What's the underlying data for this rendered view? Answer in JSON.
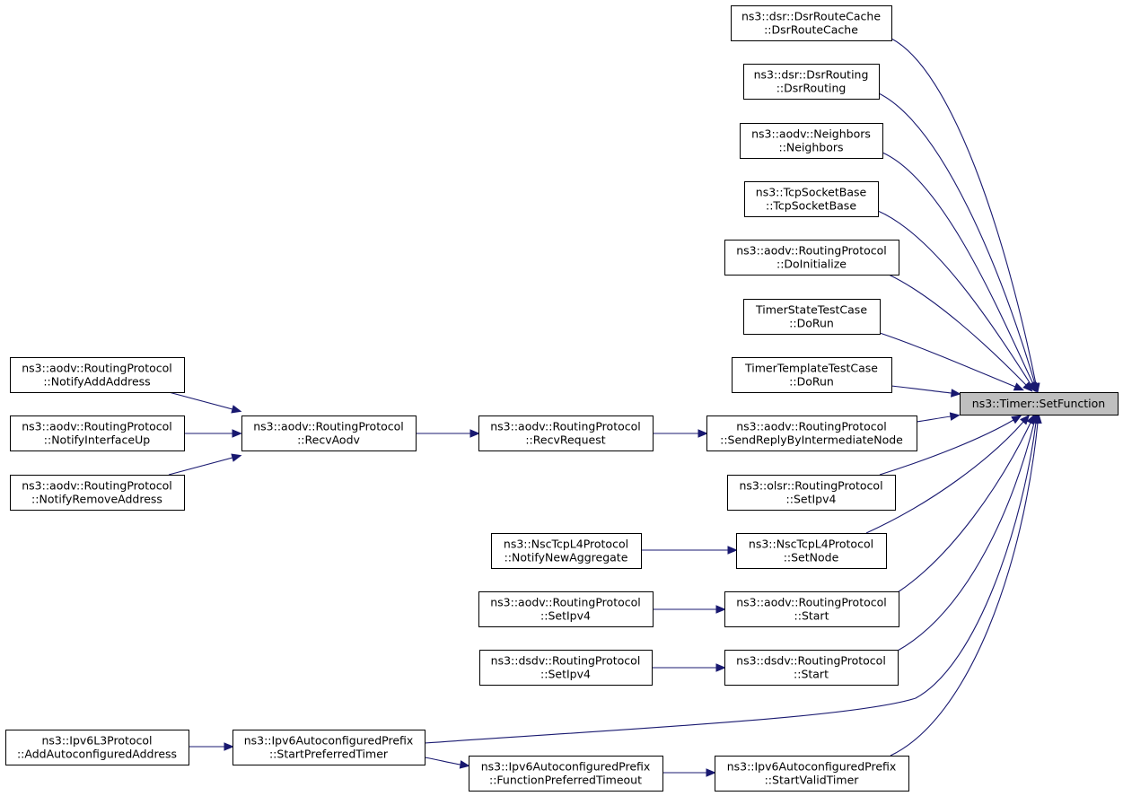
{
  "graph": {
    "nodes": [
      {
        "id": "setfunction",
        "lines": [
          "ns3::Timer::SetFunction"
        ],
        "focus": true
      },
      {
        "id": "dsr-route-cache",
        "lines": [
          "ns3::dsr::DsrRouteCache",
          "::DsrRouteCache"
        ]
      },
      {
        "id": "dsr-routing",
        "lines": [
          "ns3::dsr::DsrRouting",
          "::DsrRouting"
        ]
      },
      {
        "id": "aodv-neighbors",
        "lines": [
          "ns3::aodv::Neighbors",
          "::Neighbors"
        ]
      },
      {
        "id": "tcp-socket-base",
        "lines": [
          "ns3::TcpSocketBase",
          "::TcpSocketBase"
        ]
      },
      {
        "id": "aodv-doinitialize",
        "lines": [
          "ns3::aodv::RoutingProtocol",
          "::DoInitialize"
        ]
      },
      {
        "id": "timer-state-test",
        "lines": [
          "TimerStateTestCase",
          "::DoRun"
        ]
      },
      {
        "id": "timer-template-test",
        "lines": [
          "TimerTemplateTestCase",
          "::DoRun"
        ]
      },
      {
        "id": "aodv-sendreply",
        "lines": [
          "ns3::aodv::RoutingProtocol",
          "::SendReplyByIntermediateNode"
        ]
      },
      {
        "id": "aodv-recvrequest",
        "lines": [
          "ns3::aodv::RoutingProtocol",
          "::RecvRequest"
        ]
      },
      {
        "id": "aodv-recvaodv",
        "lines": [
          "ns3::aodv::RoutingProtocol",
          "::RecvAodv"
        ]
      },
      {
        "id": "aodv-notifyaddaddress",
        "lines": [
          "ns3::aodv::RoutingProtocol",
          "::NotifyAddAddress"
        ]
      },
      {
        "id": "aodv-notifyinterfaceup",
        "lines": [
          "ns3::aodv::RoutingProtocol",
          "::NotifyInterfaceUp"
        ]
      },
      {
        "id": "aodv-notifyremoveaddress",
        "lines": [
          "ns3::aodv::RoutingProtocol",
          "::NotifyRemoveAddress"
        ]
      },
      {
        "id": "olsr-setipv4",
        "lines": [
          "ns3::olsr::RoutingProtocol",
          "::SetIpv4"
        ]
      },
      {
        "id": "nsc-setnode",
        "lines": [
          "ns3::NscTcpL4Protocol",
          "::SetNode"
        ]
      },
      {
        "id": "nsc-notifynewaggregate",
        "lines": [
          "ns3::NscTcpL4Protocol",
          "::NotifyNewAggregate"
        ]
      },
      {
        "id": "aodv-start",
        "lines": [
          "ns3::aodv::RoutingProtocol",
          "::Start"
        ]
      },
      {
        "id": "aodv-setipv4",
        "lines": [
          "ns3::aodv::RoutingProtocol",
          "::SetIpv4"
        ]
      },
      {
        "id": "dsdv-start",
        "lines": [
          "ns3::dsdv::RoutingProtocol",
          "::Start"
        ]
      },
      {
        "id": "dsdv-setipv4",
        "lines": [
          "ns3::dsdv::RoutingProtocol",
          "::SetIpv4"
        ]
      },
      {
        "id": "ipv6-startpreferredtimer",
        "lines": [
          "ns3::Ipv6AutoconfiguredPrefix",
          "::StartPreferredTimer"
        ]
      },
      {
        "id": "ipv6l3-addautoconfigured",
        "lines": [
          "ns3::Ipv6L3Protocol",
          "::AddAutoconfiguredAddress"
        ]
      },
      {
        "id": "ipv6-functionpreferredtimeout",
        "lines": [
          "ns3::Ipv6AutoconfiguredPrefix",
          "::FunctionPreferredTimeout"
        ]
      },
      {
        "id": "ipv6-startvalidtimer",
        "lines": [
          "ns3::Ipv6AutoconfiguredPrefix",
          "::StartValidTimer"
        ]
      }
    ],
    "edges": [
      {
        "from": "dsr-route-cache",
        "to": "setfunction"
      },
      {
        "from": "dsr-routing",
        "to": "setfunction"
      },
      {
        "from": "aodv-neighbors",
        "to": "setfunction"
      },
      {
        "from": "tcp-socket-base",
        "to": "setfunction"
      },
      {
        "from": "aodv-doinitialize",
        "to": "setfunction"
      },
      {
        "from": "timer-state-test",
        "to": "setfunction"
      },
      {
        "from": "timer-template-test",
        "to": "setfunction"
      },
      {
        "from": "aodv-sendreply",
        "to": "setfunction"
      },
      {
        "from": "olsr-setipv4",
        "to": "setfunction"
      },
      {
        "from": "nsc-setnode",
        "to": "setfunction"
      },
      {
        "from": "aodv-start",
        "to": "setfunction"
      },
      {
        "from": "dsdv-start",
        "to": "setfunction"
      },
      {
        "from": "ipv6-startpreferredtimer",
        "to": "setfunction"
      },
      {
        "from": "ipv6-startvalidtimer",
        "to": "setfunction"
      },
      {
        "from": "aodv-recvrequest",
        "to": "aodv-sendreply"
      },
      {
        "from": "aodv-recvaodv",
        "to": "aodv-recvrequest"
      },
      {
        "from": "aodv-notifyaddaddress",
        "to": "aodv-recvaodv"
      },
      {
        "from": "aodv-notifyinterfaceup",
        "to": "aodv-recvaodv"
      },
      {
        "from": "aodv-notifyremoveaddress",
        "to": "aodv-recvaodv"
      },
      {
        "from": "nsc-notifynewaggregate",
        "to": "nsc-setnode"
      },
      {
        "from": "aodv-setipv4",
        "to": "aodv-start"
      },
      {
        "from": "dsdv-setipv4",
        "to": "dsdv-start"
      },
      {
        "from": "ipv6l3-addautoconfigured",
        "to": "ipv6-startpreferredtimer"
      },
      {
        "from": "ipv6-startpreferredtimer",
        "to": "ipv6-functionpreferredtimeout"
      },
      {
        "from": "ipv6-functionpreferredtimeout",
        "to": "ipv6-startvalidtimer"
      }
    ]
  }
}
